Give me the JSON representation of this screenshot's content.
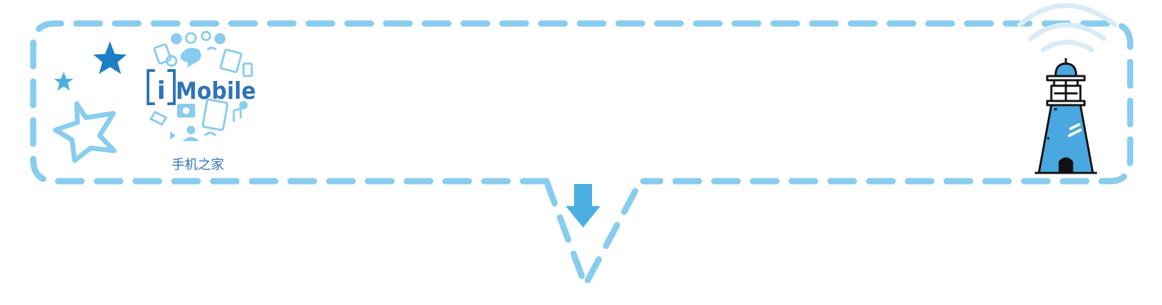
{
  "brand": {
    "logo_letter": "i",
    "logo_word": "Mobile",
    "subtitle": "手机之家"
  },
  "colors": {
    "dash": "#88ccef",
    "accent": "#4aaee3",
    "logo_blue": "#2e74b8",
    "star_dark": "#1a7fc4",
    "lighthouse_fill": "#4aa8e0",
    "outline": "#111111"
  },
  "icons": [
    "star-icon",
    "wifi-signal-icon",
    "lighthouse-icon",
    "down-arrow-icon"
  ]
}
